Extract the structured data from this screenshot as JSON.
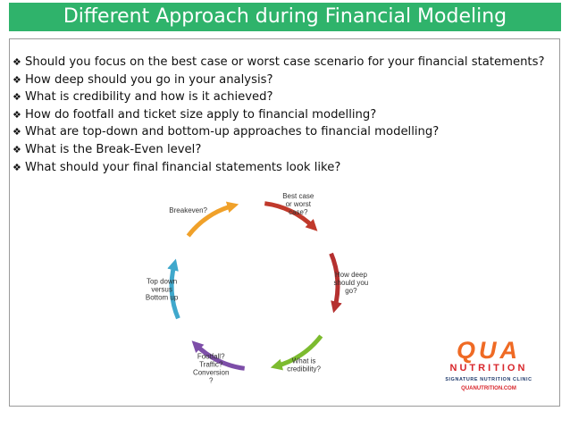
{
  "header": {
    "title": "Different Approach during Financial Modeling"
  },
  "questions": [
    "Should you focus on the best case or worst case scenario for your financial statements?",
    "How deep should you go in your analysis?",
    "What is credibility and how is it achieved?",
    "How do footfall and ticket size apply to financial modelling?",
    "What are top-down and bottom-up approaches to financial modelling?",
    "What is the Break-Even level?",
    "What should your final financial statements look like?"
  ],
  "bullet_glyph": "❖",
  "cycle": {
    "nodes": [
      {
        "lines": [
          "Best case",
          "or worst",
          "case?"
        ]
      },
      {
        "lines": [
          "How deep",
          "should you",
          "go?"
        ]
      },
      {
        "lines": [
          "What is",
          "credibility?"
        ]
      },
      {
        "lines": [
          "Footfall?",
          "Traffic?",
          "Conversion",
          "?"
        ]
      },
      {
        "lines": [
          "Top down",
          "versus",
          "Bottom up"
        ]
      },
      {
        "lines": [
          "Breakeven?"
        ]
      }
    ],
    "arrow_colors": [
      "#c0392b",
      "#b5302f",
      "#7cbb2f",
      "#7d4ea8",
      "#3fa8cc",
      "#f0a12a"
    ]
  },
  "logo": {
    "brand": "QUA",
    "word": "NUTRITION",
    "tagline": "SIGNATURE NUTRITION CLINIC",
    "url": "QUANUTRITION.COM",
    "colors": {
      "orange": "#ef6a24",
      "red": "#d8262b",
      "navy": "#1f3a6b"
    }
  }
}
